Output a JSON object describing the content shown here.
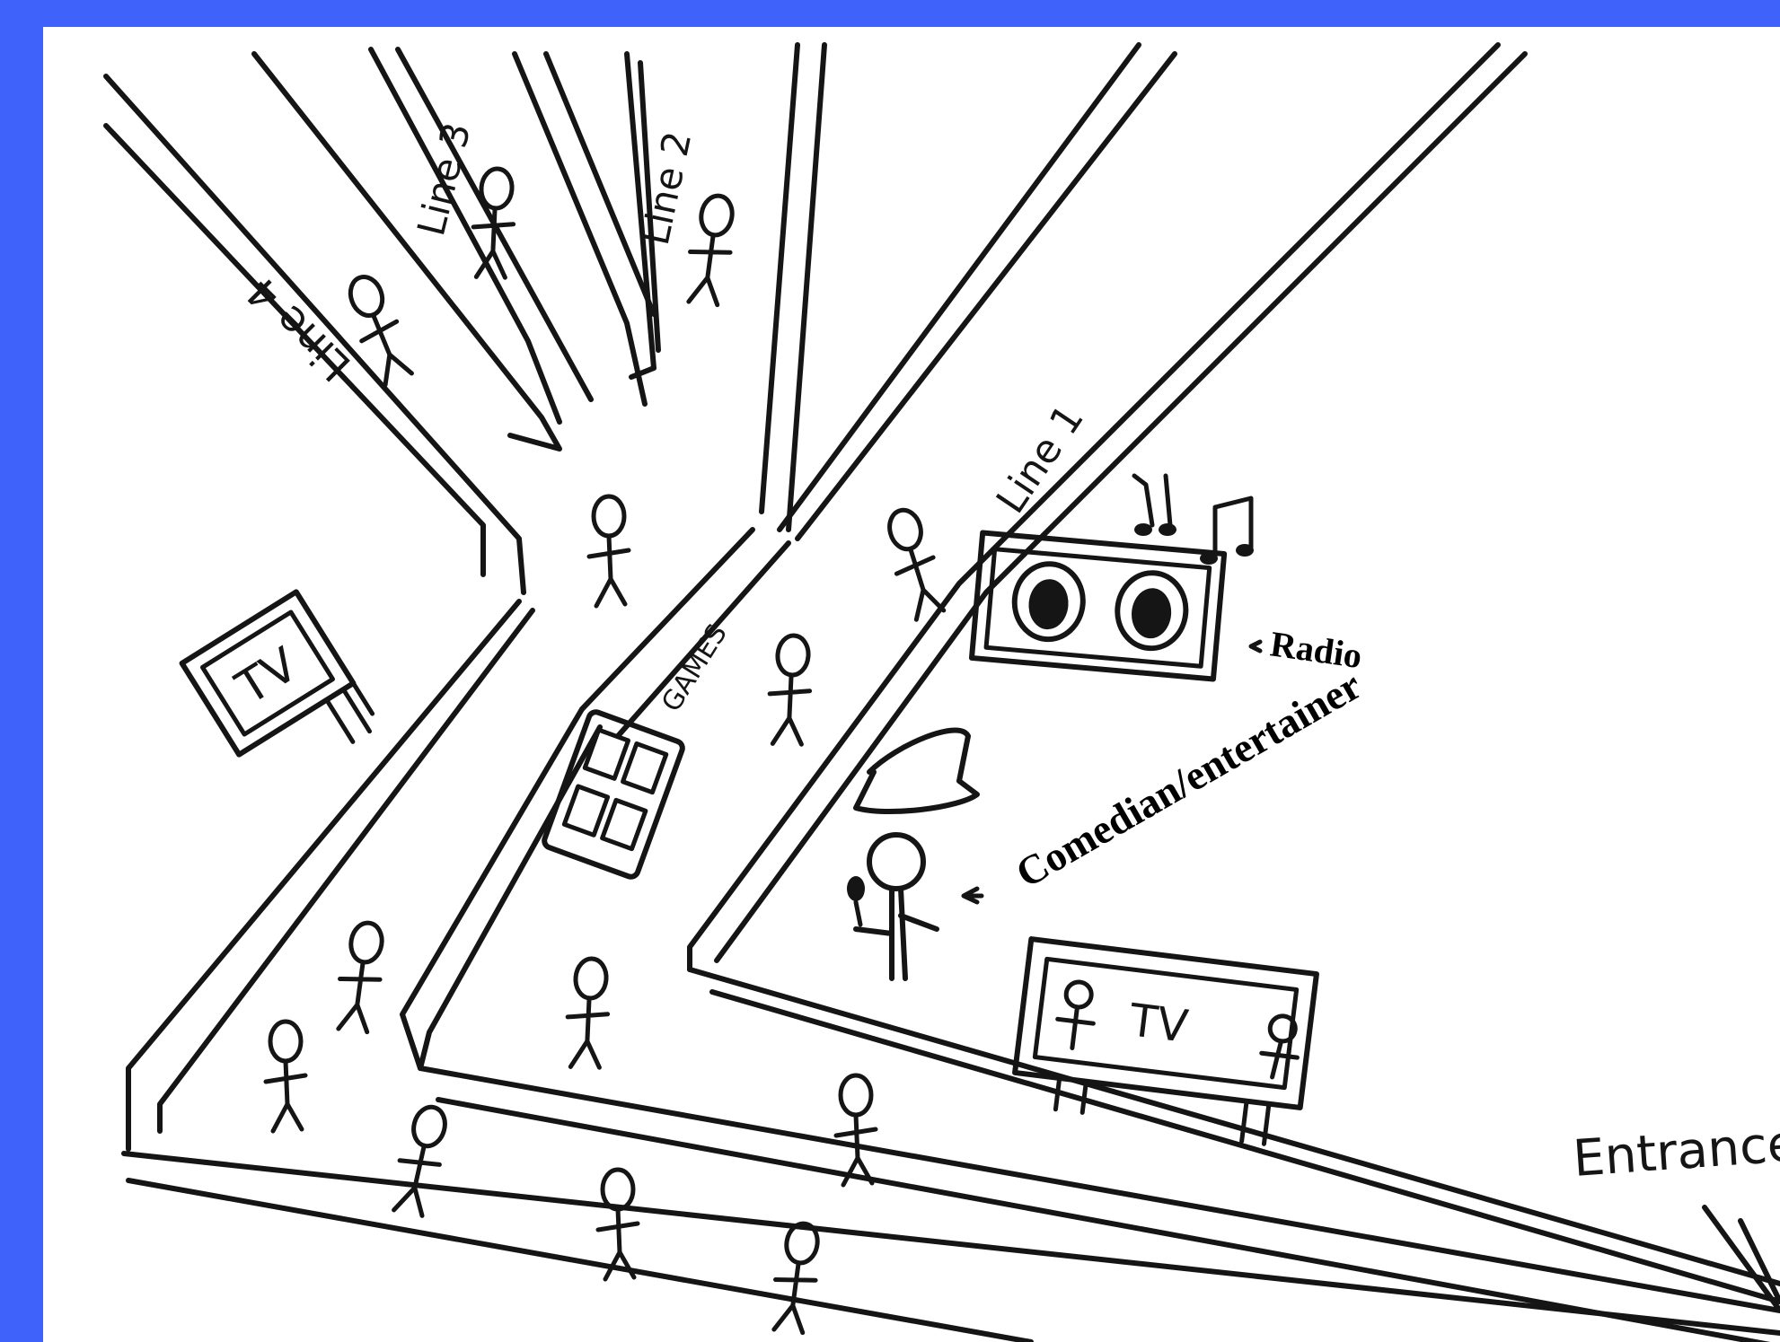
{
  "colors": {
    "background": "#3F62FA",
    "paper": "#FFFFFF",
    "ink": "#151515"
  },
  "labels": {
    "line1": "Line 1",
    "line2": "Line 2",
    "line3": "Line 3",
    "line4": "Line 4",
    "games": "GAMES",
    "tv_left": "TV",
    "tv_right": "TV",
    "radio": "Radio",
    "comedian": "Comedian/entertainer",
    "entrance": "Entrance"
  },
  "icons": [
    "music-note-icon",
    "radio-speaker-icon",
    "tv-icon",
    "arcade-machine-icon",
    "stick-figure-icon",
    "top-hat-icon",
    "microphone-icon"
  ]
}
